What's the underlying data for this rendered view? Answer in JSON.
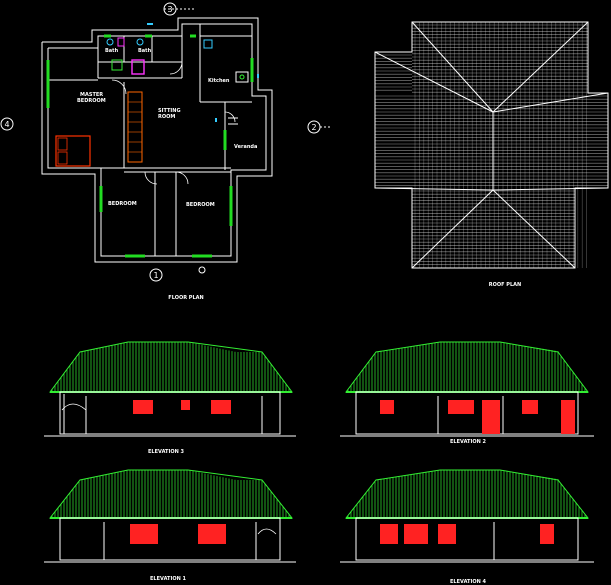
{
  "colors": {
    "background": "#000000",
    "lines": "#ffffff",
    "windows": "#22dd22",
    "roof_elevation": "#33ee33",
    "elevation_windows": "#ff2222",
    "bed": "#ff3300",
    "furniture": "#ff6600",
    "fixtures_magenta": "#ff33ff",
    "fixtures_cyan": "#33ccff"
  },
  "floor_plan": {
    "title": "FLOOR PLAN",
    "markers": [
      "3",
      "2",
      "4",
      "1"
    ],
    "rooms": {
      "bath_1": "Bath",
      "bath_2": "Bath",
      "kitchen": "Kitchen",
      "master_bedroom": [
        "MASTER",
        "BEDROOM"
      ],
      "sitting_room": [
        "SITTING",
        "ROOM"
      ],
      "veranda": "Veranda",
      "bedroom_1": "BEDROOM",
      "bedroom_2": "BEDROOM"
    }
  },
  "roof_plan": {
    "title": "ROOF PLAN"
  },
  "elevations": [
    {
      "title": "ELEVATION 3"
    },
    {
      "title": "ELEVATION 2"
    },
    {
      "title": "ELEVATION 1"
    },
    {
      "title": "ELEVATION 4"
    }
  ]
}
